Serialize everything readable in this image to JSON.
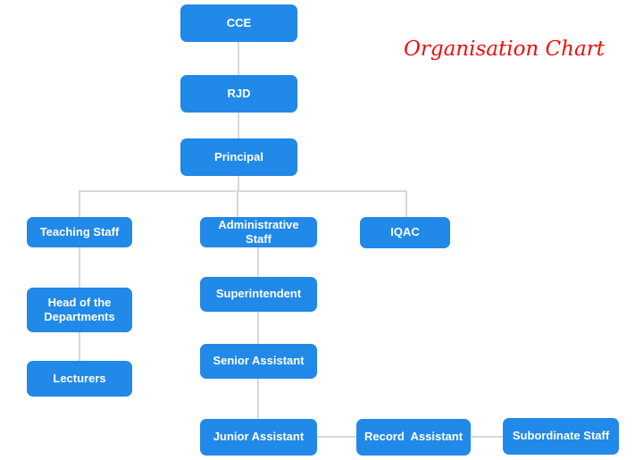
{
  "title": {
    "text": "Organisation Chart"
  },
  "colors": {
    "node_fill": "#2189e8",
    "node_text": "#ffffff",
    "connector": "#d8d8d8",
    "title_color": "#f40a0a"
  },
  "nodes": {
    "cce": {
      "label": "CCE"
    },
    "rjd": {
      "label": "RJD"
    },
    "principal": {
      "label": "Principal"
    },
    "teaching_staff": {
      "label": "Teaching Staff"
    },
    "administrative_staff": {
      "label": "Administrative Staff"
    },
    "iqac": {
      "label": "IQAC"
    },
    "head_of_departments": {
      "label": "Head of the Departments"
    },
    "superintendent": {
      "label": "Superintendent"
    },
    "lecturers": {
      "label": "Lecturers"
    },
    "senior_assistant": {
      "label": "Senior Assistant"
    },
    "junior_assistant": {
      "label": "Junior Assistant"
    },
    "record_assistant": {
      "label": "Record  Assistant"
    },
    "subordinate_staff": {
      "label": "Subordinate Staff"
    }
  },
  "edges": [
    [
      "CCE",
      "RJD"
    ],
    [
      "RJD",
      "Principal"
    ],
    [
      "Principal",
      "Teaching Staff"
    ],
    [
      "Principal",
      "Administrative Staff"
    ],
    [
      "Principal",
      "IQAC"
    ],
    [
      "Teaching Staff",
      "Head of the Departments"
    ],
    [
      "Head of the Departments",
      "Lecturers"
    ],
    [
      "Administrative Staff",
      "Superintendent"
    ],
    [
      "Superintendent",
      "Senior Assistant"
    ],
    [
      "Senior Assistant",
      "Junior Assistant"
    ],
    [
      "Junior Assistant",
      "Record Assistant"
    ],
    [
      "Record Assistant",
      "Subordinate Staff"
    ]
  ]
}
